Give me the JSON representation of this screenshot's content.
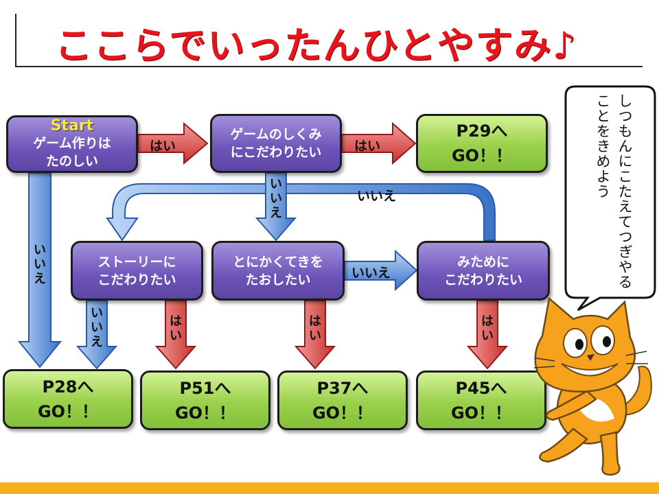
{
  "title": "ここらでいったんひとやすみ♪",
  "nodes": {
    "start": {
      "badge": "Start",
      "line1": "ゲーム作りは",
      "line2": "たのしい"
    },
    "mechanics": {
      "line1": "ゲームのしくみ",
      "line2": "にこだわりたい"
    },
    "story": {
      "line1": "ストーリーに",
      "line2": "こだわりたい"
    },
    "enemies": {
      "line1": "とにかくてきを",
      "line2": "たおしたい"
    },
    "looks": {
      "line1": "みために",
      "line2": "こだわりたい"
    }
  },
  "results": {
    "p29": {
      "page": "P29へ",
      "go": "GO！！"
    },
    "p28": {
      "page": "P28へ",
      "go": "GO！！"
    },
    "p51": {
      "page": "P51へ",
      "go": "GO！！"
    },
    "p37": {
      "page": "P37へ",
      "go": "GO！！"
    },
    "p45": {
      "page": "P45へ",
      "go": "GO！！"
    }
  },
  "edge_labels": {
    "yes": "はい",
    "no": "いいえ"
  },
  "speech_bubble": "しつもんにこたえてつぎやることをきめよう",
  "colors": {
    "title": "#e8141b",
    "question_box": "#6d54b8",
    "result_box": "#99d14a",
    "yes_arrow": "#d9534f",
    "no_arrow": "#4a86d8",
    "footer_bar": "#f5b21c"
  }
}
